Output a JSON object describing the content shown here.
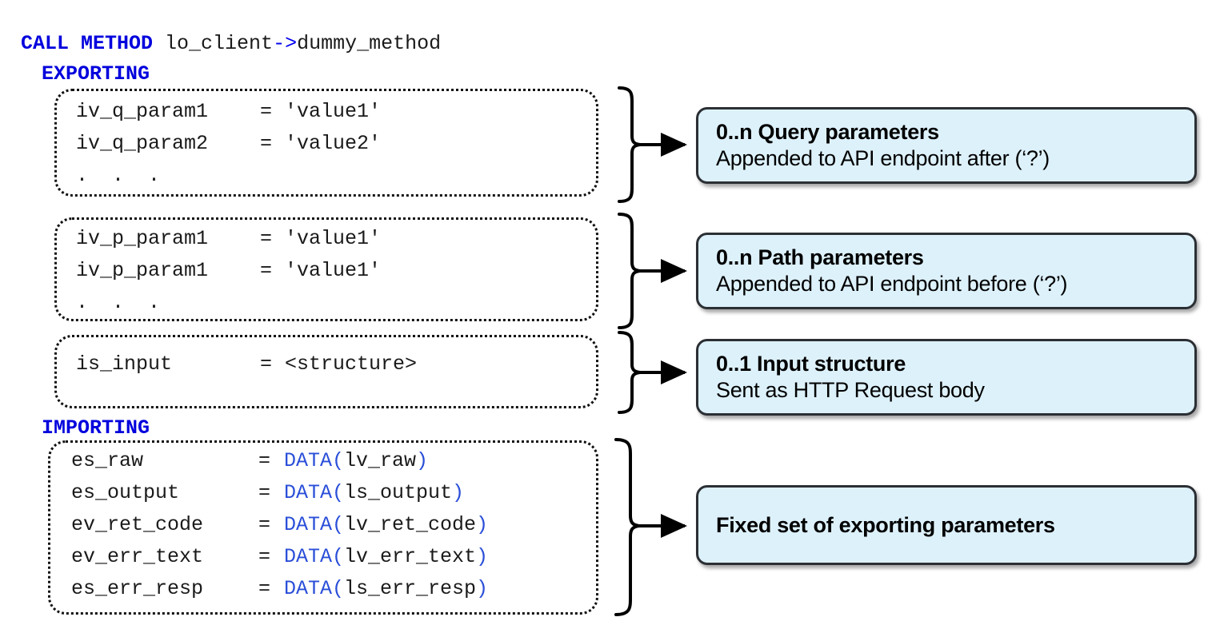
{
  "code": {
    "call_keyword": "CALL METHOD",
    "call_target": " lo_client",
    "call_arrow": "->",
    "call_method_name": "dummy_method",
    "exporting_keyword": "EXPORTING",
    "importing_keyword": "IMPORTING"
  },
  "blocks": [
    {
      "id": "query-params",
      "rows": [
        {
          "name": "iv_q_param1",
          "eq": "=",
          "value": "'value1'",
          "kind": "string"
        },
        {
          "name": "iv_q_param2",
          "eq": "=",
          "value": "'value2'",
          "kind": "string"
        },
        {
          "name": ".  .  .",
          "eq": "",
          "value": "",
          "kind": "ellipsis"
        }
      ]
    },
    {
      "id": "path-params",
      "rows": [
        {
          "name": "iv_p_param1",
          "eq": "=",
          "value": "'value1'",
          "kind": "string"
        },
        {
          "name": "iv_p_param1",
          "eq": "=",
          "value": "'value1'",
          "kind": "string"
        },
        {
          "name": ".  .  .",
          "eq": "",
          "value": "",
          "kind": "ellipsis"
        }
      ]
    },
    {
      "id": "input-structure",
      "rows": [
        {
          "name": "is_input",
          "eq": "=",
          "value": "<structure>",
          "kind": "plain"
        }
      ]
    },
    {
      "id": "importing-params",
      "rows": [
        {
          "name": "es_raw",
          "eq": "=",
          "value": "DATA(lv_raw)",
          "kind": "data",
          "fn": "DATA(",
          "inner": "lv_raw",
          "close": ")"
        },
        {
          "name": "es_output",
          "eq": "=",
          "value": "DATA(ls_output)",
          "kind": "data",
          "fn": "DATA(",
          "inner": "ls_output",
          "close": ")"
        },
        {
          "name": "ev_ret_code",
          "eq": "=",
          "value": "DATA(lv_ret_code)",
          "kind": "data",
          "fn": "DATA(",
          "inner": "lv_ret_code",
          "close": ")"
        },
        {
          "name": "ev_err_text",
          "eq": "=",
          "value": "DATA(lv_err_text)",
          "kind": "data",
          "fn": "DATA(",
          "inner": "lv_err_text",
          "close": ")"
        },
        {
          "name": "es_err_resp",
          "eq": "=",
          "value": "DATA(ls_err_resp)",
          "kind": "data",
          "fn": "DATA(",
          "inner": "ls_err_resp",
          "close": ")"
        }
      ]
    }
  ],
  "callouts": [
    {
      "id": "query",
      "title": "0..n Query parameters",
      "subtitle": "Appended to API endpoint after (‘?’)"
    },
    {
      "id": "path",
      "title": "0..n Path parameters",
      "subtitle": "Appended to API endpoint before (‘?’)"
    },
    {
      "id": "input",
      "title": "0..1 Input structure",
      "subtitle": "Sent as HTTP Request body"
    },
    {
      "id": "fixed",
      "title": "Fixed set of exporting parameters",
      "subtitle": ""
    }
  ],
  "colors": {
    "keyword": "#0000dd",
    "string": "#1f7a3d",
    "operator": "#3b5bdb",
    "callout_fill": "#ddf1fb",
    "callout_border": "#2b2f33",
    "background": "#ffffff"
  }
}
